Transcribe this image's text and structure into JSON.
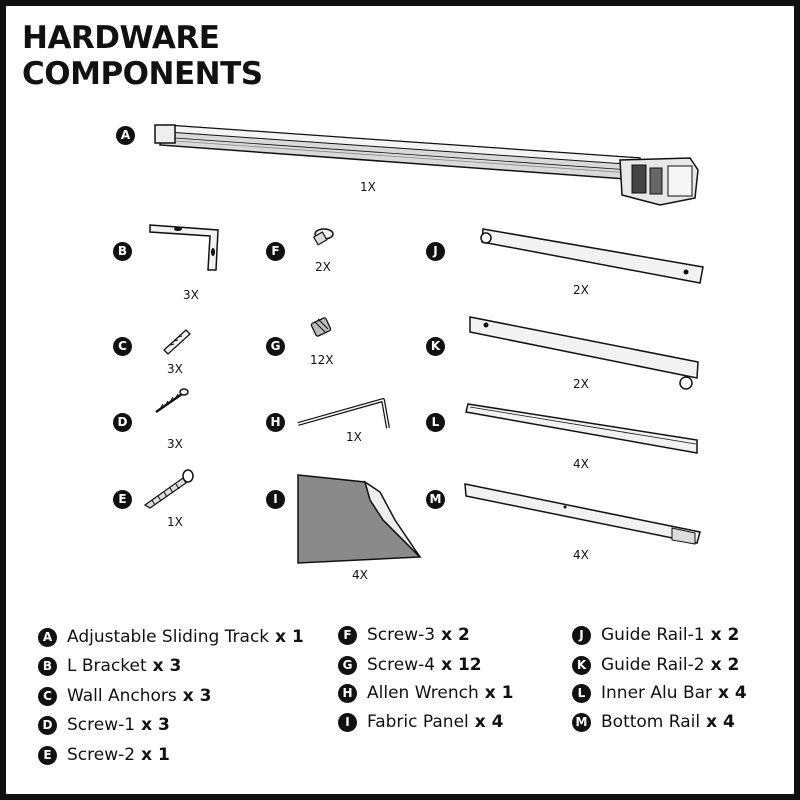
{
  "title": {
    "line1": "HARDWARE",
    "line2": "COMPONENTS"
  },
  "colors": {
    "ink": "#111111",
    "gray": "#8a8a8a",
    "frame": "#111111"
  },
  "parts": [
    {
      "letter": "A",
      "qty": "1X"
    },
    {
      "letter": "B",
      "qty": "3X"
    },
    {
      "letter": "C",
      "qty": "3X"
    },
    {
      "letter": "D",
      "qty": "3X"
    },
    {
      "letter": "E",
      "qty": "1X"
    },
    {
      "letter": "F",
      "qty": "2X"
    },
    {
      "letter": "G",
      "qty": "12X"
    },
    {
      "letter": "H",
      "qty": "1X"
    },
    {
      "letter": "I",
      "qty": "4X"
    },
    {
      "letter": "J",
      "qty": "2X"
    },
    {
      "letter": "K",
      "qty": "2X"
    },
    {
      "letter": "L",
      "qty": "4X"
    },
    {
      "letter": "M",
      "qty": "4X"
    }
  ],
  "legend": [
    {
      "letter": "A",
      "name": "Adjustable Sliding Track",
      "count": "x 1"
    },
    {
      "letter": "B",
      "name": "L Bracket",
      "count": "x 3"
    },
    {
      "letter": "C",
      "name": "Wall Anchors",
      "count": "x 3"
    },
    {
      "letter": "D",
      "name": "Screw-1",
      "count": "x 3"
    },
    {
      "letter": "E",
      "name": "Screw-2",
      "count": "x 1"
    },
    {
      "letter": "F",
      "name": "Screw-3",
      "count": "x 2"
    },
    {
      "letter": "G",
      "name": "Screw-4",
      "count": "x 12"
    },
    {
      "letter": "H",
      "name": "Allen Wrench",
      "count": "x 1"
    },
    {
      "letter": "I",
      "name": "Fabric Panel",
      "count": "x 4"
    },
    {
      "letter": "J",
      "name": "Guide Rail-1",
      "count": "x 2"
    },
    {
      "letter": "K",
      "name": "Guide Rail-2",
      "count": "x 2"
    },
    {
      "letter": "L",
      "name": "Inner Alu Bar",
      "count": "x 4"
    },
    {
      "letter": "M",
      "name": "Bottom Rail",
      "count": "x 4"
    }
  ]
}
